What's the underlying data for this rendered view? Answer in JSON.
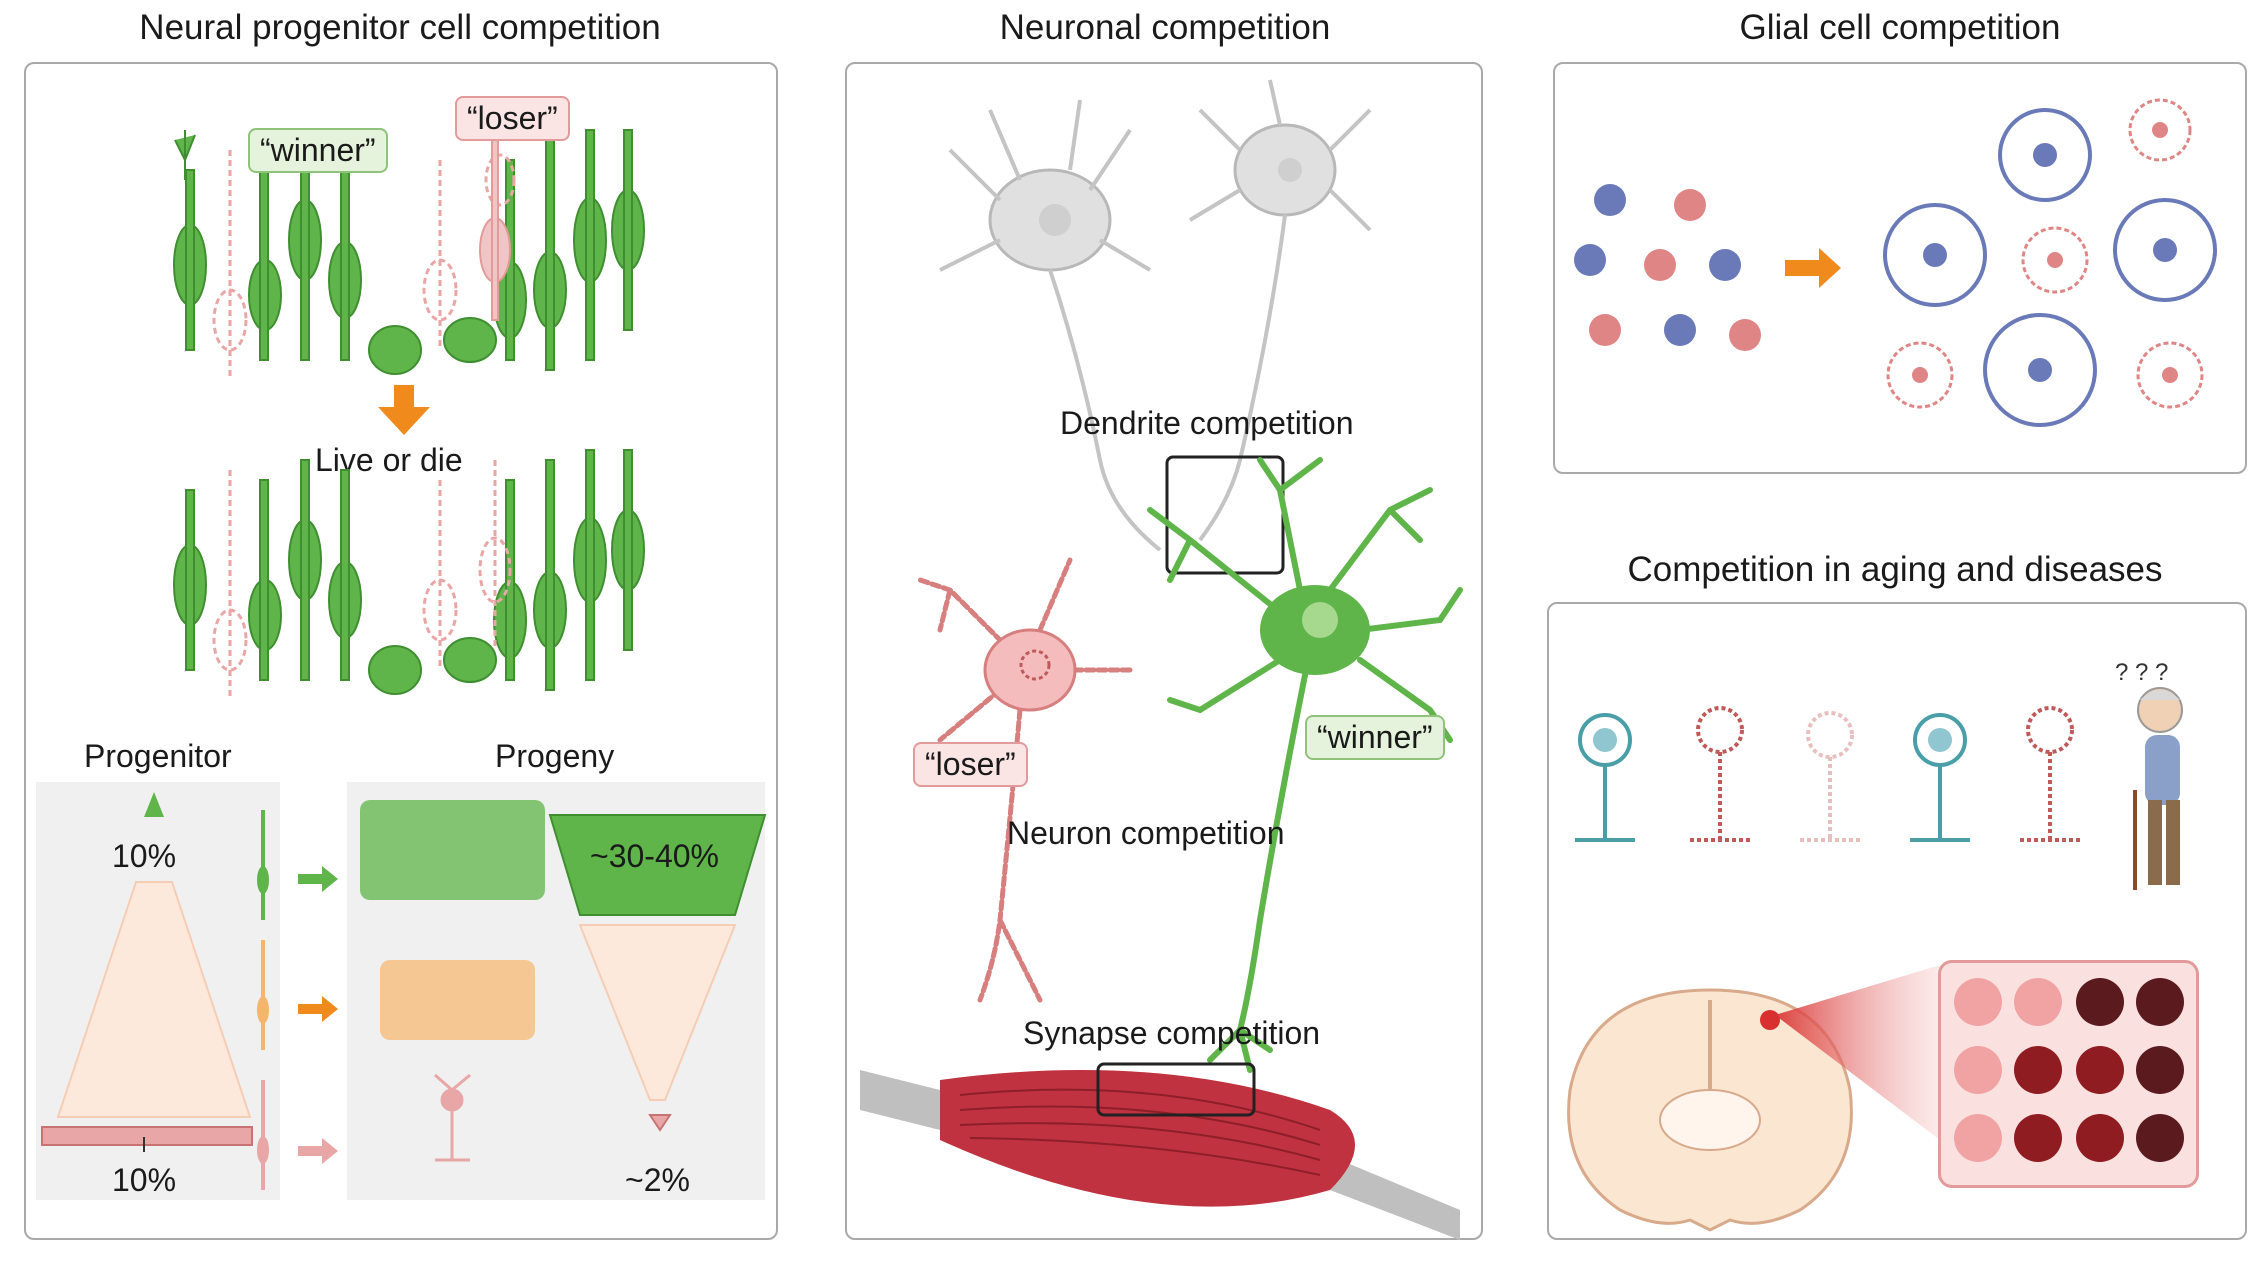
{
  "panels": {
    "progenitor": {
      "title": "Neural progenitor cell competition",
      "winner_tag": "“winner”",
      "loser_tag": "“loser”",
      "live_or_die": "Live or die",
      "progenitor_label": "Progenitor",
      "progeny_label": "Progeny",
      "pct_top": "10%",
      "pct_bottom": "10%",
      "pct_progeny_top": "~30-40%",
      "pct_progeny_bottom": "~2%"
    },
    "neuronal": {
      "title": "Neuronal competition",
      "dendrite": "Dendrite competition",
      "neuron": "Neuron competition",
      "synapse": "Synapse competition",
      "winner_tag": "“winner”",
      "loser_tag": "“loser”"
    },
    "glial": {
      "title": "Glial cell competition"
    },
    "aging": {
      "title": "Competition in aging and diseases"
    }
  },
  "colors": {
    "winner_green": "#5fb54a",
    "loser_pink": "#e8a6a6",
    "arrow_orange": "#f08a1c",
    "glia_blue": "#6a79b8",
    "muscle_red": "#c0323f",
    "teal": "#4a9ea8",
    "panel_border": "#a9a9a9"
  },
  "icons": [
    "orange-arrow-icon",
    "green-arrow-icon",
    "pink-arrow-icon",
    "elderly-person-icon",
    "question-mark-icon"
  ]
}
